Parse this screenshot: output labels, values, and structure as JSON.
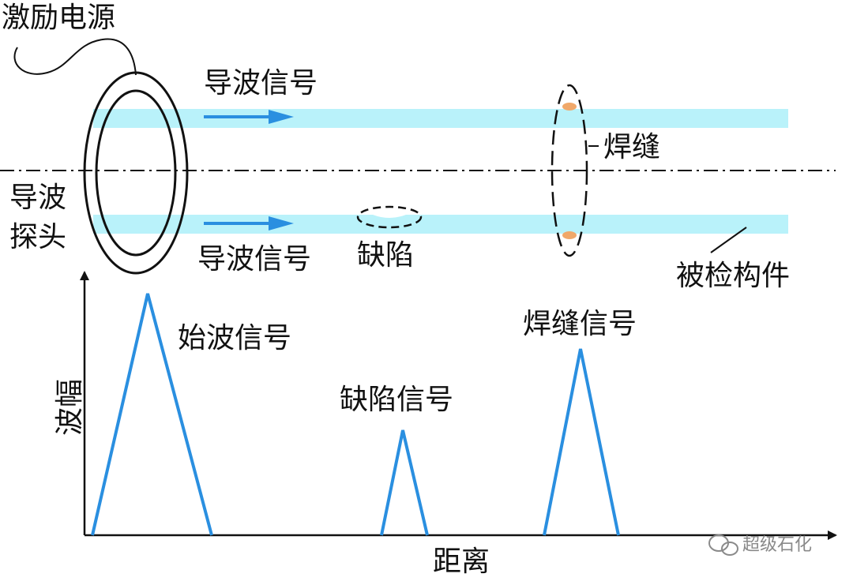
{
  "labels": {
    "excitation_source": "激励电源",
    "probe_line1": "导波",
    "probe_line2": "探头",
    "guided_signal_top": "导波信号",
    "guided_signal_bottom": "导波信号",
    "weld": "焊缝",
    "defect": "缺陷",
    "component": "被检构件",
    "initial_wave_signal": "始波信号",
    "defect_signal": "缺陷信号",
    "weld_signal": "焊缝信号",
    "axis_y": "波幅",
    "axis_x": "距离"
  },
  "watermark": {
    "text": "超级石化",
    "icon": "wechat-icon"
  },
  "colors": {
    "pipe_band": "#b9f2fa",
    "arrow": "#2a8fe0",
    "signal": "#2a8fe0",
    "weld_spot": "#f0a86a",
    "ink": "#111111"
  }
}
